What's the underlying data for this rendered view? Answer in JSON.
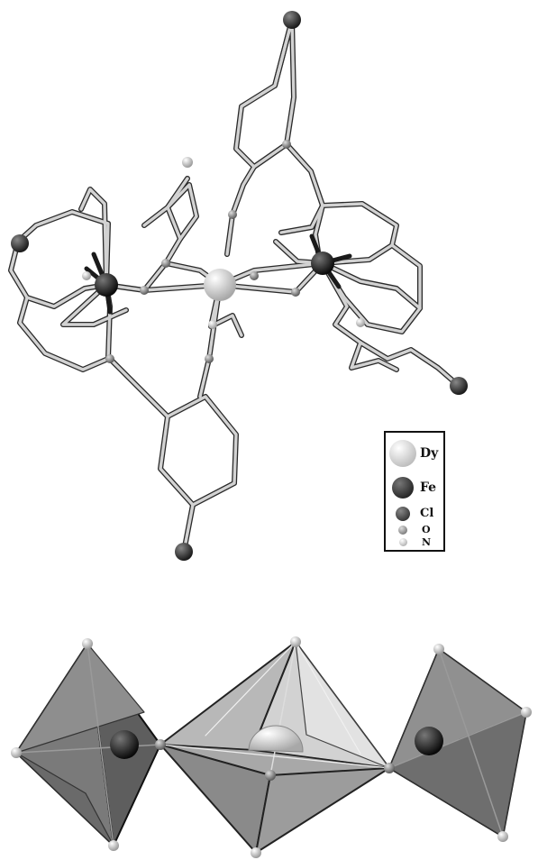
{
  "legend": {
    "items": [
      {
        "label": "Dy",
        "color": "#e8e8e8"
      },
      {
        "label": "Fe",
        "color": "#111111"
      },
      {
        "label": "Cl",
        "color": "#333333"
      },
      {
        "label": "O",
        "color": "#8a8a8a"
      },
      {
        "label": "N",
        "color": "#c4c4c4"
      }
    ]
  },
  "colors": {
    "bond": "#cfcfcf",
    "bond_outline": "#2a2a2a",
    "polyhedron_dark": "#6e6e6e",
    "polyhedron_mid": "#9a9a9a",
    "polyhedron_light": "#c9c9c9"
  }
}
